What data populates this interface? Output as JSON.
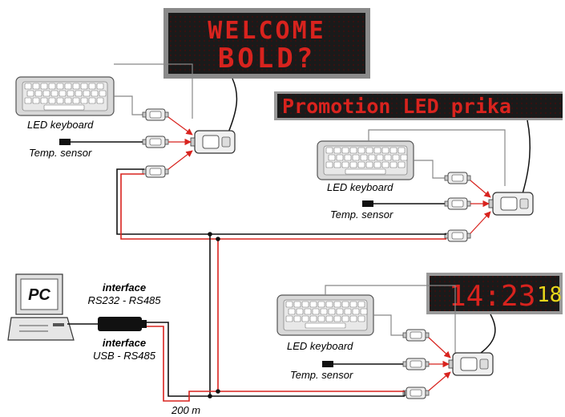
{
  "displays": {
    "top": {
      "line1": "WELCOME",
      "line2": "BOLD?"
    },
    "middle": {
      "text": "Promotion LED prika"
    },
    "clock": {
      "time": "14:23",
      "seconds": "18"
    }
  },
  "labels": {
    "keyboard_top": "LED keyboard",
    "sensor_top": "Temp. sensor",
    "keyboard_mid": "LED keyboard",
    "sensor_mid": "Temp. sensor",
    "keyboard_bot": "LED keyboard",
    "sensor_bot": "Temp. sensor",
    "pc": "PC",
    "interface_title_1": "interface",
    "interface_sub_1": "RS232 - RS485",
    "interface_title_2": "interface",
    "interface_sub_2": "USB - RS485",
    "distance": "200 m"
  },
  "colors": {
    "bus_red": "#d8231e",
    "bus_black": "#111111",
    "led_red": "#d8231e",
    "led_yellow": "#e8d61a",
    "panel_bg": "#1a1a1a"
  }
}
